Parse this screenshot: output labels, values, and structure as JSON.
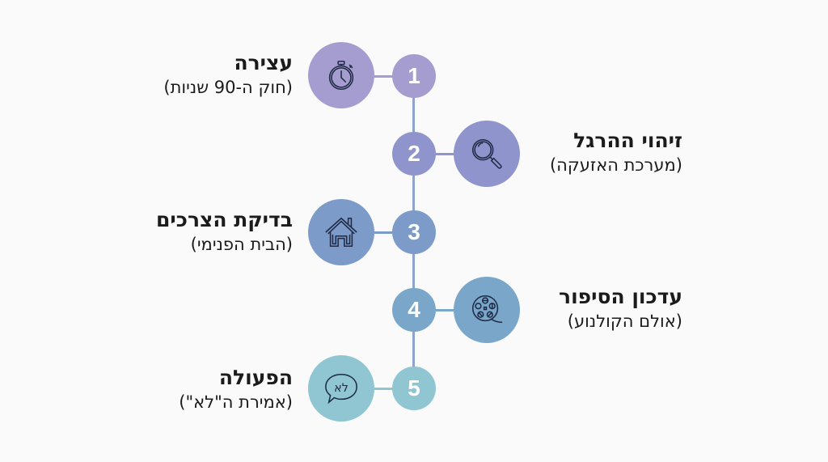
{
  "steps": [
    {
      "number": "1",
      "title": "עצירה",
      "subtitle": "(חוק ה-90 שניות)",
      "icon": "stopwatch-icon",
      "color": "#a59dd0",
      "side": "left"
    },
    {
      "number": "2",
      "title": "זיהוי ההרגל",
      "subtitle": "(מערכת האזעקה)",
      "icon": "magnifying-glass-icon",
      "color": "#8f95cc",
      "side": "right"
    },
    {
      "number": "3",
      "title": "בדיקת הצרכים",
      "subtitle": "(הבית הפנימי)",
      "icon": "house-icon",
      "color": "#7d9bc8",
      "side": "left"
    },
    {
      "number": "4",
      "title": "עדכון הסיפור",
      "subtitle": "(אולם הקולנוע)",
      "icon": "film-reel-icon",
      "color": "#7aa6ca",
      "side": "right"
    },
    {
      "number": "5",
      "title": "הפעולה",
      "subtitle": "(אמירת ה\"לא\")",
      "icon": "speech-bubble-icon",
      "icon_text": "לא",
      "color": "#8fc6d2",
      "side": "left"
    }
  ],
  "colors": {
    "background": "#fafafa",
    "spine": "#8ea4cf",
    "text": "#1b1b1b",
    "icon_stroke": "#1f2a44"
  }
}
